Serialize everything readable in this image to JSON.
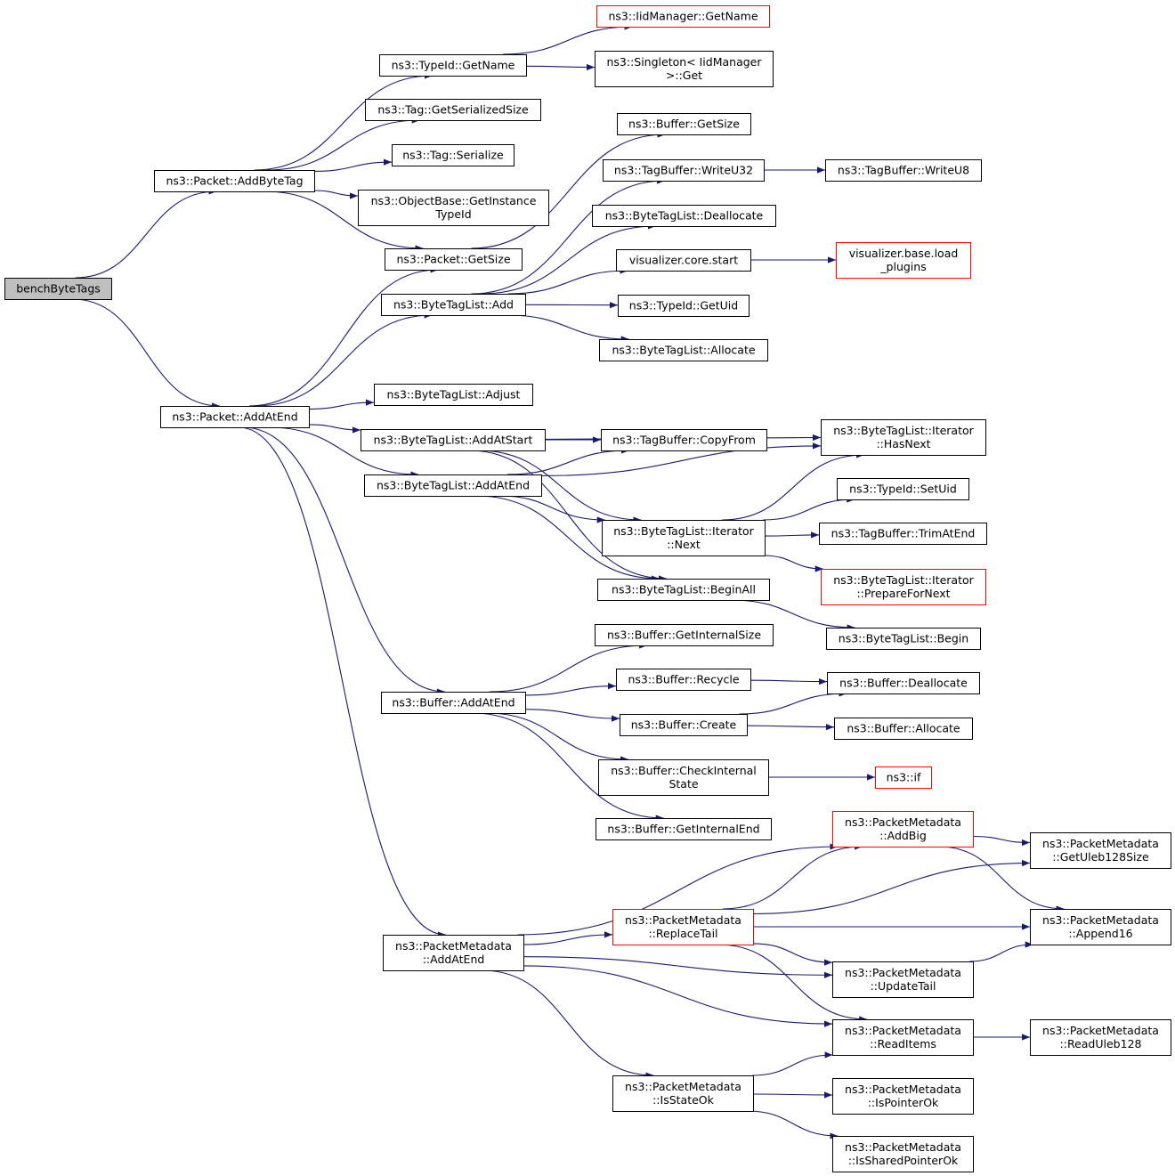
{
  "colors": {
    "edge": "#191970",
    "node_border": "#000000",
    "node_border_truncated": "#ff0000",
    "root_fill": "#bfbfbf",
    "node_fill": "#ffffff"
  },
  "graph": {
    "nodes": [
      {
        "id": "benchByteTags",
        "lines": [
          "benchByteTags"
        ],
        "root": true
      },
      {
        "id": "AddByteTag",
        "lines": [
          "ns3::Packet::AddByteTag"
        ]
      },
      {
        "id": "PacketAddAtEnd",
        "lines": [
          "ns3::Packet::AddAtEnd"
        ]
      },
      {
        "id": "TypeIdGetName",
        "lines": [
          "ns3::TypeId::GetName"
        ]
      },
      {
        "id": "IidGetName",
        "lines": [
          "ns3::IidManager::GetName"
        ],
        "truncated": true
      },
      {
        "id": "SingletonGet",
        "lines": [
          "ns3::Singleton< IidManager",
          ">::Get"
        ]
      },
      {
        "id": "TagGetSerializedSize",
        "lines": [
          "ns3::Tag::GetSerializedSize"
        ]
      },
      {
        "id": "TagSerialize",
        "lines": [
          "ns3::Tag::Serialize"
        ]
      },
      {
        "id": "GetInstanceTypeId",
        "lines": [
          "ns3::ObjectBase::GetInstance",
          "TypeId"
        ]
      },
      {
        "id": "PacketGetSize",
        "lines": [
          "ns3::Packet::GetSize"
        ]
      },
      {
        "id": "BufferGetSize",
        "lines": [
          "ns3::Buffer::GetSize"
        ]
      },
      {
        "id": "WriteU32",
        "lines": [
          "ns3::TagBuffer::WriteU32"
        ]
      },
      {
        "id": "WriteU8",
        "lines": [
          "ns3::TagBuffer::WriteU8"
        ]
      },
      {
        "id": "BTLDeallocate",
        "lines": [
          "ns3::ByteTagList::Deallocate"
        ]
      },
      {
        "id": "VisStart",
        "lines": [
          "visualizer.core.start"
        ]
      },
      {
        "id": "VisLoad",
        "lines": [
          "visualizer.base.load",
          "_plugins"
        ],
        "truncated": true
      },
      {
        "id": "BTLAdd",
        "lines": [
          "ns3::ByteTagList::Add"
        ]
      },
      {
        "id": "GetUid",
        "lines": [
          "ns3::TypeId::GetUid"
        ]
      },
      {
        "id": "BTLAllocate",
        "lines": [
          "ns3::ByteTagList::Allocate"
        ]
      },
      {
        "id": "BTLAdjust",
        "lines": [
          "ns3::ByteTagList::Adjust"
        ]
      },
      {
        "id": "BTLAddAtStart",
        "lines": [
          "ns3::ByteTagList::AddAtStart"
        ]
      },
      {
        "id": "CopyFrom",
        "lines": [
          "ns3::TagBuffer::CopyFrom"
        ]
      },
      {
        "id": "HasNext",
        "lines": [
          "ns3::ByteTagList::Iterator",
          "::HasNext"
        ]
      },
      {
        "id": "BTLAddAtEnd",
        "lines": [
          "ns3::ByteTagList::AddAtEnd"
        ]
      },
      {
        "id": "SetUid",
        "lines": [
          "ns3::TypeId::SetUid"
        ]
      },
      {
        "id": "IterNext",
        "lines": [
          "ns3::ByteTagList::Iterator",
          "::Next"
        ]
      },
      {
        "id": "TrimAtEnd",
        "lines": [
          "ns3::TagBuffer::TrimAtEnd"
        ]
      },
      {
        "id": "PrepareForNext",
        "lines": [
          "ns3::ByteTagList::Iterator",
          "::PrepareForNext"
        ],
        "truncated": true
      },
      {
        "id": "BeginAll",
        "lines": [
          "ns3::ByteTagList::BeginAll"
        ]
      },
      {
        "id": "BTLBegin",
        "lines": [
          "ns3::ByteTagList::Begin"
        ]
      },
      {
        "id": "GetInternalSize",
        "lines": [
          "ns3::Buffer::GetInternalSize"
        ]
      },
      {
        "id": "Recycle",
        "lines": [
          "ns3::Buffer::Recycle"
        ]
      },
      {
        "id": "BufDeallocate",
        "lines": [
          "ns3::Buffer::Deallocate"
        ]
      },
      {
        "id": "BufAddAtEnd",
        "lines": [
          "ns3::Buffer::AddAtEnd"
        ]
      },
      {
        "id": "BufCreate",
        "lines": [
          "ns3::Buffer::Create"
        ]
      },
      {
        "id": "BufAllocate",
        "lines": [
          "ns3::Buffer::Allocate"
        ]
      },
      {
        "id": "CheckInternal",
        "lines": [
          "ns3::Buffer::CheckInternal",
          "State"
        ]
      },
      {
        "id": "Ns3If",
        "lines": [
          "ns3::if"
        ],
        "truncated": true
      },
      {
        "id": "GetInternalEnd",
        "lines": [
          "ns3::Buffer::GetInternalEnd"
        ]
      },
      {
        "id": "AddBig",
        "lines": [
          "ns3::PacketMetadata",
          "::AddBig"
        ],
        "truncated": true
      },
      {
        "id": "GetUleb",
        "lines": [
          "ns3::PacketMetadata",
          "::GetUleb128Size"
        ]
      },
      {
        "id": "ReplaceTail",
        "lines": [
          "ns3::PacketMetadata",
          "::ReplaceTail"
        ],
        "truncated": true
      },
      {
        "id": "Append16",
        "lines": [
          "ns3::PacketMetadata",
          "::Append16"
        ]
      },
      {
        "id": "PMAddAtEnd",
        "lines": [
          "ns3::PacketMetadata",
          "::AddAtEnd"
        ]
      },
      {
        "id": "UpdateTail",
        "lines": [
          "ns3::PacketMetadata",
          "::UpdateTail"
        ]
      },
      {
        "id": "ReadItems",
        "lines": [
          "ns3::PacketMetadata",
          "::ReadItems"
        ]
      },
      {
        "id": "ReadUleb",
        "lines": [
          "ns3::PacketMetadata",
          "::ReadUleb128"
        ]
      },
      {
        "id": "IsStateOk",
        "lines": [
          "ns3::PacketMetadata",
          "::IsStateOk"
        ]
      },
      {
        "id": "IsPointerOk",
        "lines": [
          "ns3::PacketMetadata",
          "::IsPointerOk"
        ]
      },
      {
        "id": "IsSharedPointerOk",
        "lines": [
          "ns3::PacketMetadata",
          "::IsSharedPointerOk"
        ]
      }
    ],
    "edges": [
      [
        "benchByteTags",
        "AddByteTag"
      ],
      [
        "benchByteTags",
        "PacketAddAtEnd"
      ],
      [
        "AddByteTag",
        "TypeIdGetName"
      ],
      [
        "AddByteTag",
        "TagGetSerializedSize"
      ],
      [
        "AddByteTag",
        "TagSerialize"
      ],
      [
        "AddByteTag",
        "GetInstanceTypeId"
      ],
      [
        "AddByteTag",
        "PacketGetSize"
      ],
      [
        "TypeIdGetName",
        "IidGetName"
      ],
      [
        "TypeIdGetName",
        "SingletonGet"
      ],
      [
        "PacketGetSize",
        "BufferGetSize"
      ],
      [
        "PacketAddAtEnd",
        "PacketGetSize"
      ],
      [
        "PacketAddAtEnd",
        "BTLAdd"
      ],
      [
        "PacketAddAtEnd",
        "BTLAdjust"
      ],
      [
        "PacketAddAtEnd",
        "BTLAddAtStart"
      ],
      [
        "PacketAddAtEnd",
        "BTLAddAtEnd"
      ],
      [
        "PacketAddAtEnd",
        "BufAddAtEnd"
      ],
      [
        "PacketAddAtEnd",
        "PMAddAtEnd"
      ],
      [
        "BTLAdd",
        "WriteU32"
      ],
      [
        "BTLAdd",
        "BTLDeallocate"
      ],
      [
        "BTLAdd",
        "VisStart"
      ],
      [
        "BTLAdd",
        "GetUid"
      ],
      [
        "BTLAdd",
        "BTLAllocate"
      ],
      [
        "WriteU32",
        "WriteU8"
      ],
      [
        "VisStart",
        "VisLoad"
      ],
      [
        "BTLAddAtStart",
        "CopyFrom"
      ],
      [
        "BTLAddAtStart",
        "HasNext"
      ],
      [
        "BTLAddAtStart",
        "IterNext"
      ],
      [
        "BTLAddAtStart",
        "BeginAll"
      ],
      [
        "BTLAddAtEnd",
        "CopyFrom"
      ],
      [
        "BTLAddAtEnd",
        "HasNext"
      ],
      [
        "BTLAddAtEnd",
        "IterNext"
      ],
      [
        "BTLAddAtEnd",
        "BeginAll"
      ],
      [
        "IterNext",
        "HasNext"
      ],
      [
        "IterNext",
        "SetUid"
      ],
      [
        "IterNext",
        "TrimAtEnd"
      ],
      [
        "IterNext",
        "PrepareForNext"
      ],
      [
        "BeginAll",
        "BTLBegin"
      ],
      [
        "BufAddAtEnd",
        "GetInternalSize"
      ],
      [
        "BufAddAtEnd",
        "Recycle"
      ],
      [
        "BufAddAtEnd",
        "BufCreate"
      ],
      [
        "BufAddAtEnd",
        "CheckInternal"
      ],
      [
        "BufAddAtEnd",
        "GetInternalEnd"
      ],
      [
        "Recycle",
        "BufDeallocate"
      ],
      [
        "BufCreate",
        "BufDeallocate"
      ],
      [
        "BufCreate",
        "BufAllocate"
      ],
      [
        "CheckInternal",
        "Ns3If"
      ],
      [
        "PMAddAtEnd",
        "AddBig"
      ],
      [
        "PMAddAtEnd",
        "ReplaceTail"
      ],
      [
        "PMAddAtEnd",
        "UpdateTail"
      ],
      [
        "PMAddAtEnd",
        "ReadItems"
      ],
      [
        "PMAddAtEnd",
        "IsStateOk"
      ],
      [
        "AddBig",
        "GetUleb"
      ],
      [
        "AddBig",
        "Append16"
      ],
      [
        "ReplaceTail",
        "AddBig"
      ],
      [
        "ReplaceTail",
        "GetUleb"
      ],
      [
        "ReplaceTail",
        "Append16"
      ],
      [
        "ReplaceTail",
        "UpdateTail"
      ],
      [
        "ReplaceTail",
        "ReadItems"
      ],
      [
        "UpdateTail",
        "Append16"
      ],
      [
        "ReadItems",
        "ReadUleb"
      ],
      [
        "IsStateOk",
        "ReadItems"
      ],
      [
        "IsStateOk",
        "IsPointerOk"
      ],
      [
        "IsStateOk",
        "IsSharedPointerOk"
      ]
    ]
  }
}
